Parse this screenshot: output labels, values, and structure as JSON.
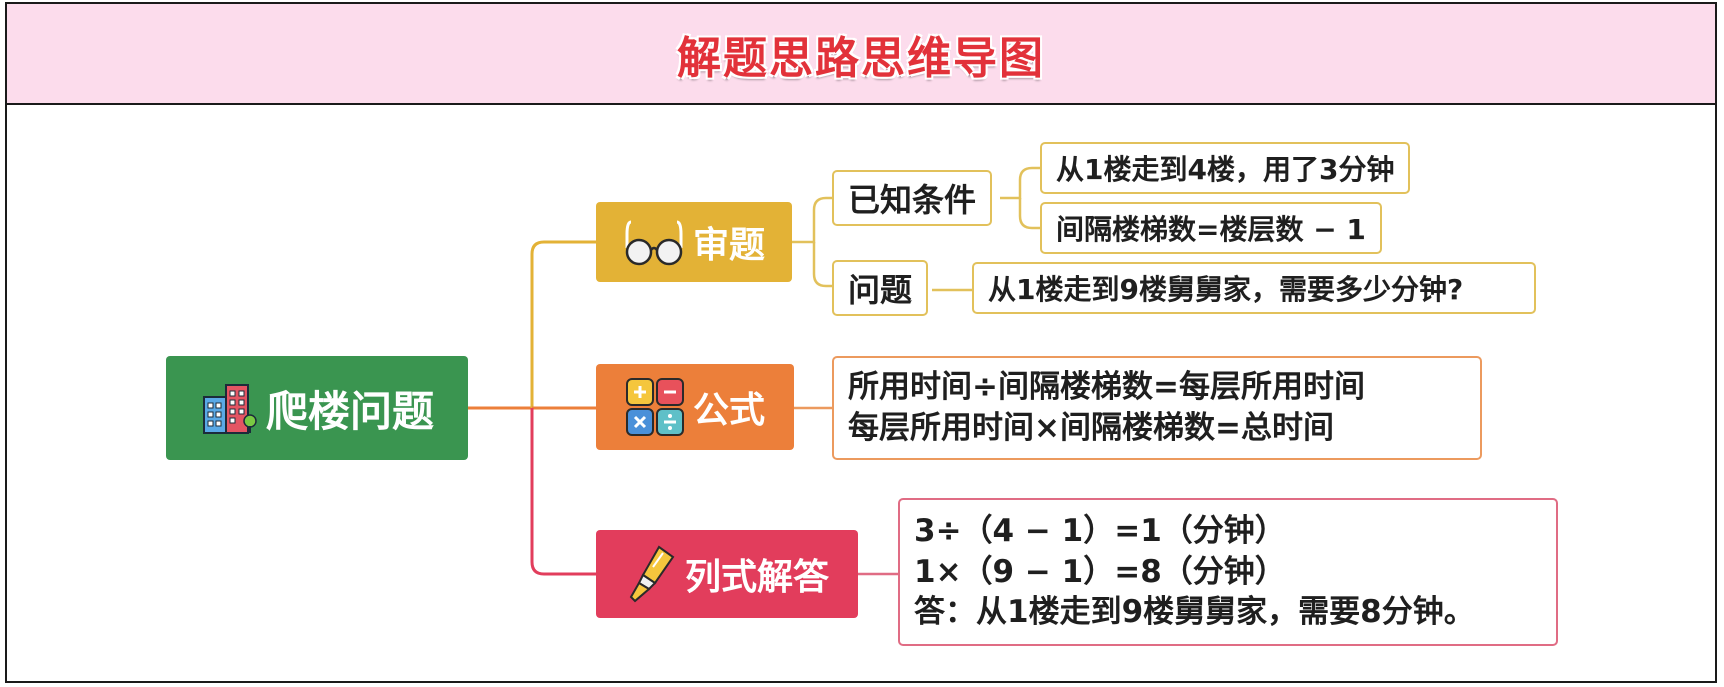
{
  "header": {
    "title": "解题思路思维导图"
  },
  "colors": {
    "root": "#3a9550",
    "review": "#e3b236",
    "review_border": "#e2c15b",
    "formula": "#ec7f3a",
    "formula_border": "#ec9a5e",
    "solution": "#e23d5c",
    "solution_border": "#e06c84"
  },
  "root": {
    "label": "爬楼问题",
    "icon": "buildings-icon"
  },
  "branches": {
    "review": {
      "label": "审题",
      "icon": "glasses-icon",
      "known": {
        "label": "已知条件",
        "items": [
          "从1楼走到4楼，用了3分钟",
          "间隔楼梯数=楼层数 − 1"
        ]
      },
      "question": {
        "label": "问题",
        "text": "从1楼走到9楼舅舅家，需要多少分钟?"
      }
    },
    "formula": {
      "label": "公式",
      "icon": "calculator-icon",
      "lines": [
        "所用时间÷间隔楼梯数=每层所用时间",
        "每层所用时间×间隔楼梯数=总时间"
      ]
    },
    "solution": {
      "label": "列式解答",
      "icon": "highlighter-icon",
      "lines": [
        "3÷（4 − 1）=1（分钟）",
        "1×（9 − 1）=8（分钟）",
        "答：从1楼走到9楼舅舅家，需要8分钟。"
      ]
    }
  }
}
